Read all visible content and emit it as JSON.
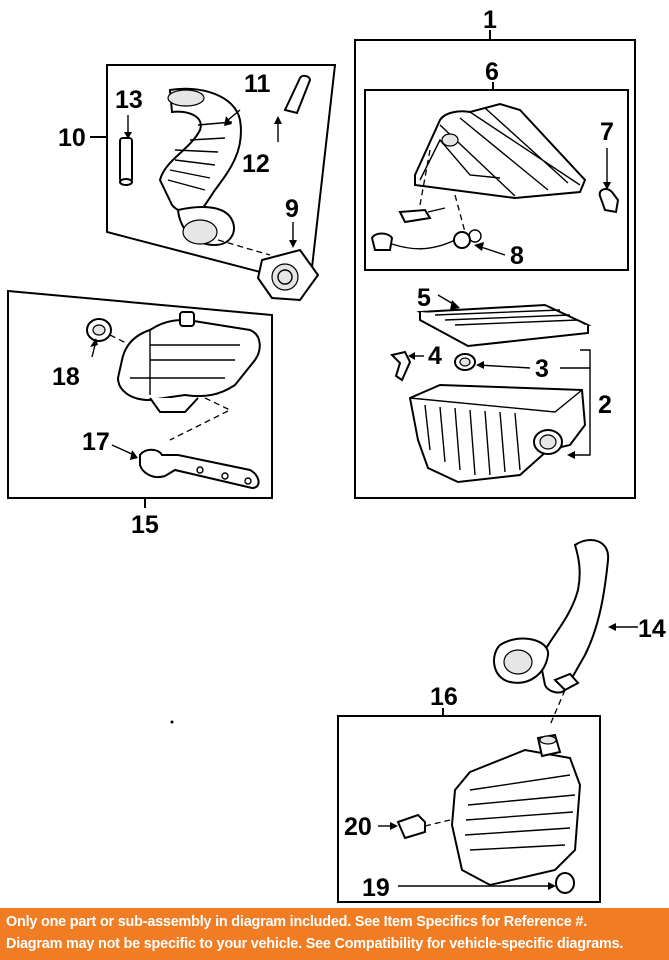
{
  "callouts": {
    "c1": "1",
    "c2": "2",
    "c3": "3",
    "c4": "4",
    "c5": "5",
    "c6": "6",
    "c7": "7",
    "c8": "8",
    "c9": "9",
    "c10": "10",
    "c11": "11",
    "c12": "12",
    "c13": "13",
    "c14": "14",
    "c15": "15",
    "c16": "16",
    "c17": "17",
    "c18": "18",
    "c19": "19",
    "c20": "20"
  },
  "footer": {
    "line1": "Only one part or sub-assembly in diagram included. See Item Specifics for Reference #.",
    "line2": "Diagram may not be specific to your vehicle. See Compatibility for vehicle-specific diagrams."
  },
  "colors": {
    "banner": "#f07c23",
    "banner_text": "#ffffff",
    "line": "#000000"
  }
}
